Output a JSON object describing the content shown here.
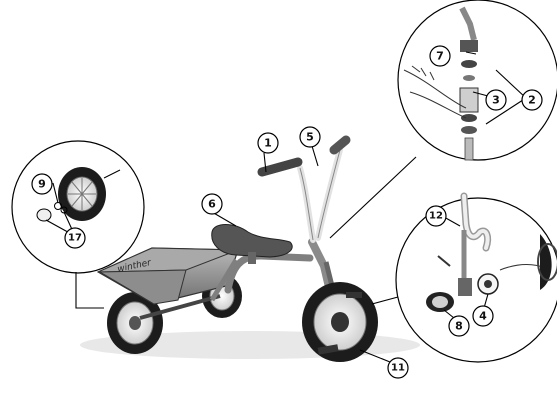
{
  "brand_text": "winther",
  "callouts": [
    {
      "id": "1",
      "label": "1"
    },
    {
      "id": "5",
      "label": "5"
    },
    {
      "id": "6",
      "label": "6"
    },
    {
      "id": "7",
      "label": "7"
    },
    {
      "id": "3",
      "label": "3"
    },
    {
      "id": "2",
      "label": "2"
    },
    {
      "id": "9",
      "label": "9"
    },
    {
      "id": "17",
      "label": "17"
    },
    {
      "id": "12",
      "label": "12"
    },
    {
      "id": "4",
      "label": "4"
    },
    {
      "id": "8",
      "label": "8"
    },
    {
      "id": "11",
      "label": "11"
    }
  ],
  "colors": {
    "frame": "#8a8a8a",
    "tray": "#9a9a9a",
    "tire": "#1c1c1c",
    "fork": "#e0e0e0",
    "line": "#000000"
  }
}
